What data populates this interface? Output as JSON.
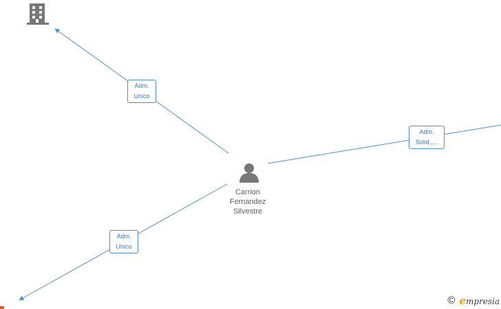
{
  "center_node": {
    "name_lines": [
      "Carrion",
      "Fernandez",
      "Silvestre"
    ],
    "icon": "person-icon"
  },
  "nodes": {
    "company_top_left": {
      "icon": "building-icon"
    },
    "company_bottom_left": {
      "icon": "building-icon-partial"
    }
  },
  "edges": [
    {
      "label_lines": [
        "Adm.",
        "Unico"
      ],
      "to": "company_top_left"
    },
    {
      "label_lines": [
        "Adm.",
        "Solid.,..."
      ],
      "to": "offscreen-right"
    },
    {
      "label_lines": [
        "Adm.",
        "Unico"
      ],
      "to": "company_bottom_left"
    }
  ],
  "footer": {
    "copyright_symbol": "©",
    "brand_initial": "e",
    "brand_rest": "mpresia"
  },
  "colors": {
    "edge": "#4a90d9",
    "label_text": "#2f7bd3",
    "icon": "#777777",
    "accent": "#e8561f",
    "brand_orange": "#f5a000"
  }
}
